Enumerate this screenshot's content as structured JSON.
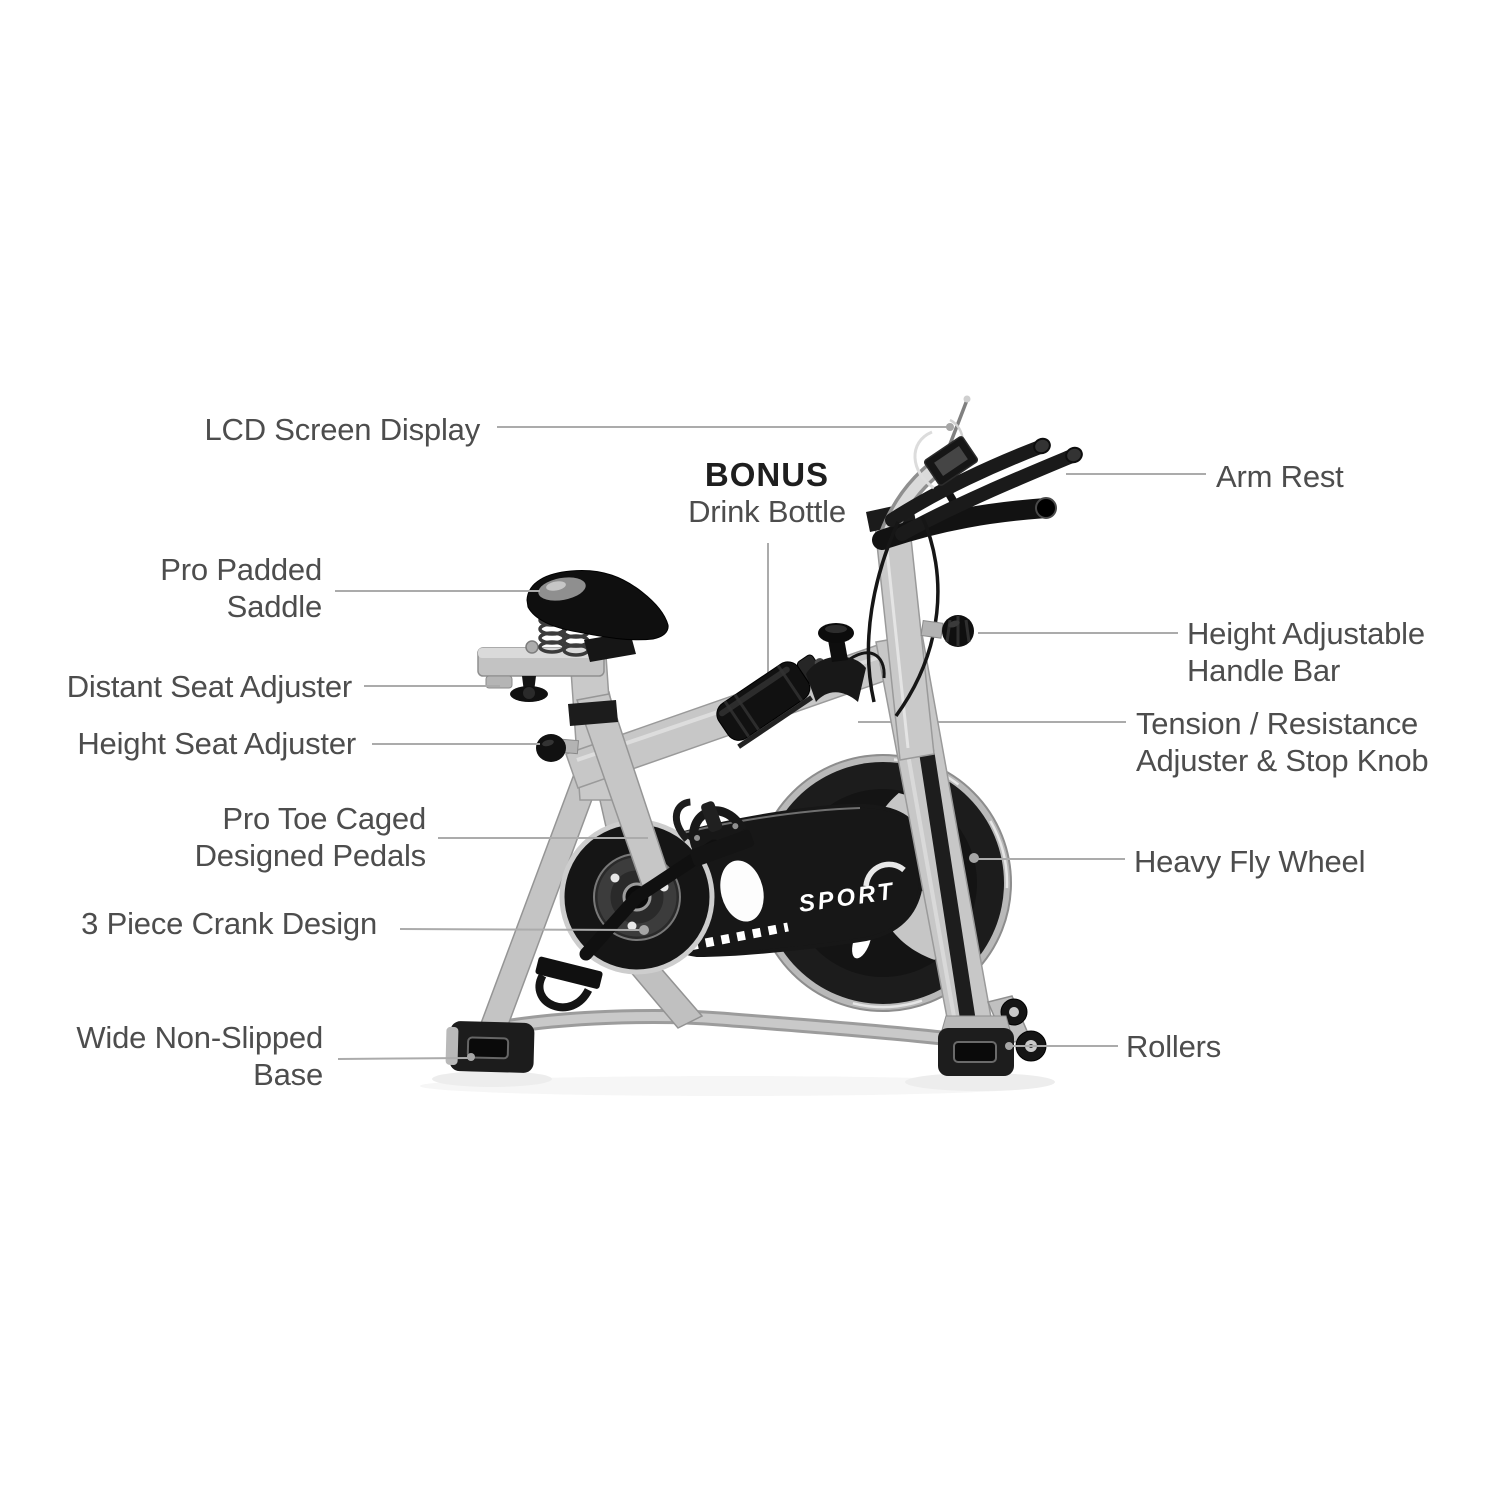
{
  "title": "Exercise spin bike feature diagram",
  "labels": {
    "lcd_screen": "LCD Screen Display",
    "bonus_title": "BONUS",
    "bonus_subtitle": "Drink Bottle",
    "saddle_line1": "Pro Padded",
    "saddle_line2": "Saddle",
    "distant_seat": "Distant Seat Adjuster",
    "height_seat": "Height Seat Adjuster",
    "pedals_line1": "Pro Toe Caged",
    "pedals_line2": "Designed Pedals",
    "crank": "3 Piece Crank Design",
    "base_line1": "Wide Non-Slipped",
    "base_line2": "Base",
    "arm_rest": "Arm Rest",
    "handlebar_line1": "Height Adjustable",
    "handlebar_line2": "Handle Bar",
    "tension_line1": "Tension / Resistance",
    "tension_line2": "Adjuster & Stop Knob",
    "flywheel": "Heavy Fly Wheel",
    "rollers": "Rollers"
  },
  "bike": {
    "chainguard_text": "SPORT"
  },
  "colors": {
    "background": "#ffffff",
    "label_text": "#4d4d4d",
    "bonus_text": "#1e1e1e",
    "leader_line": "#ababab",
    "frame_silver": "#c7c7c7",
    "parts_black": "#161616"
  }
}
